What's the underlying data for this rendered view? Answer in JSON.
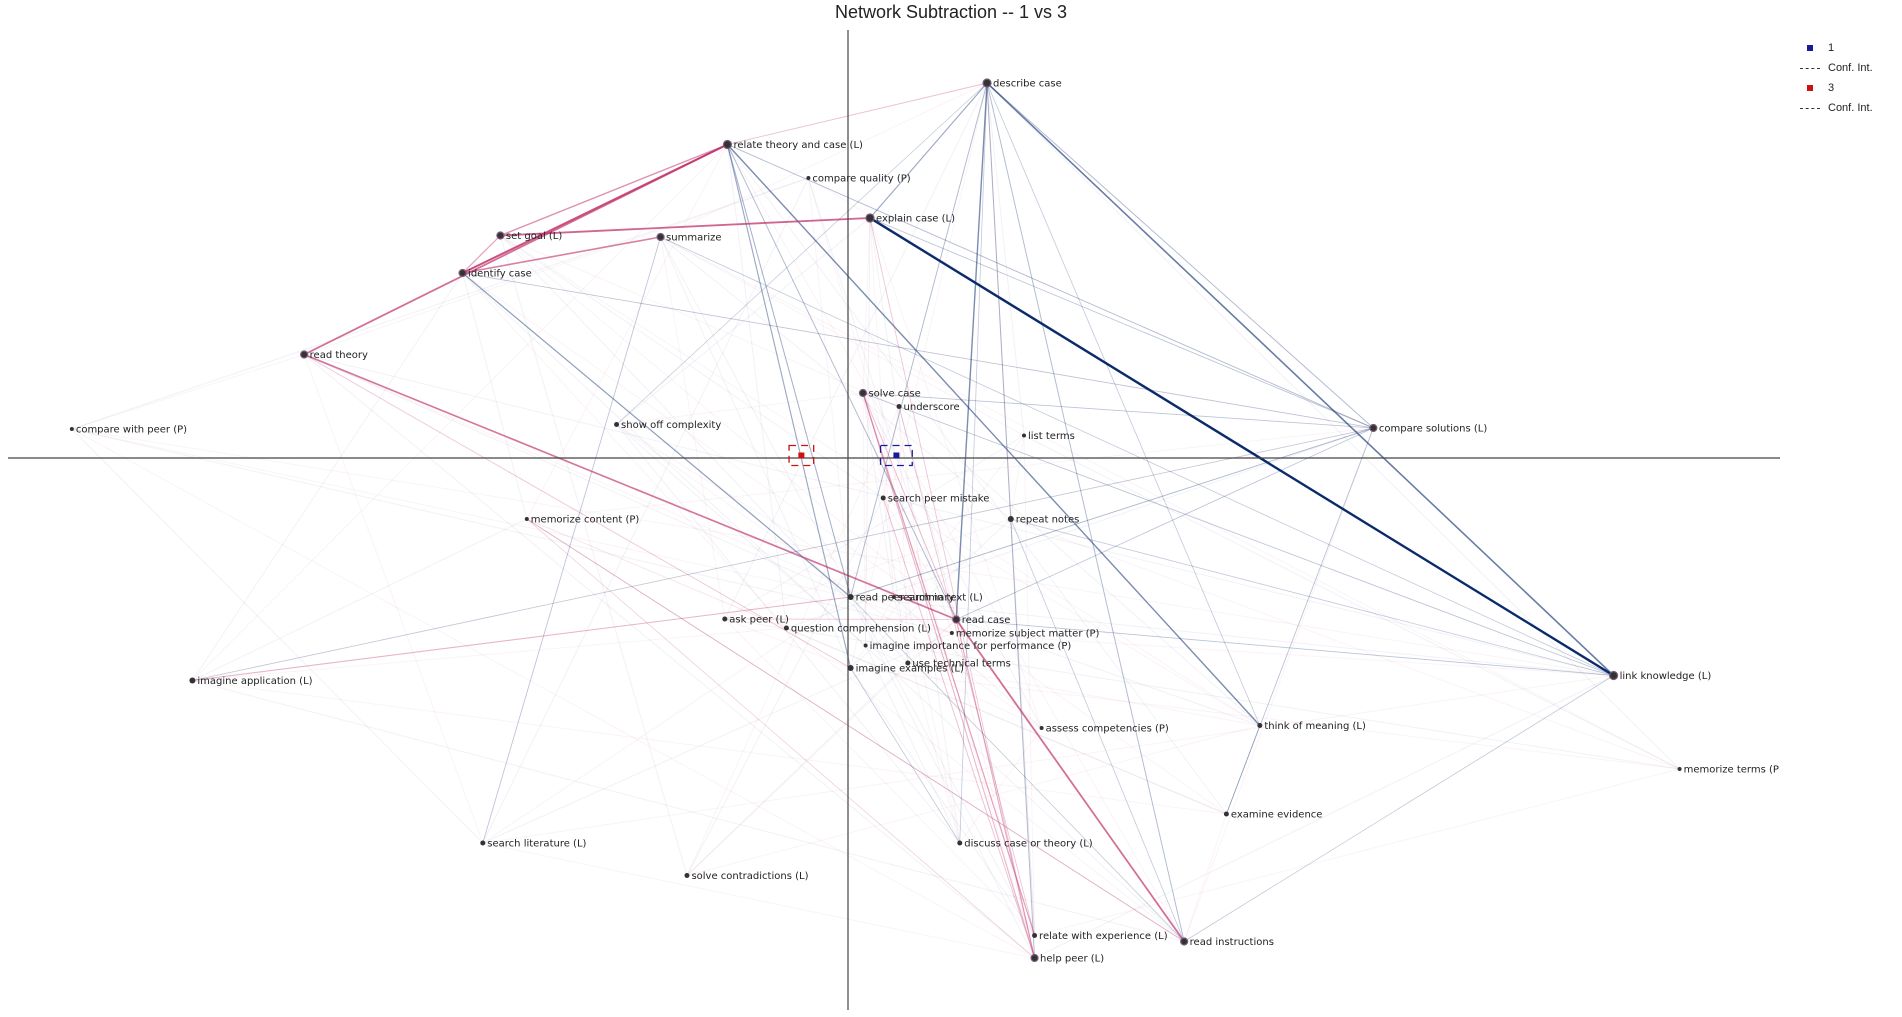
{
  "chart_data": {
    "type": "network",
    "title": "Network Subtraction -- 1 vs 3",
    "legend": [
      {
        "kind": "square",
        "label": "1",
        "color": "#1a1a99"
      },
      {
        "kind": "dash",
        "label": "Conf. Int.",
        "color": "#333333"
      },
      {
        "kind": "square",
        "label": "3",
        "color": "#cc1111"
      },
      {
        "kind": "dash",
        "label": "Conf. Int.",
        "color": "#333333"
      }
    ],
    "colors": {
      "group1": "#0a2a6b",
      "group3": "#c0306a",
      "axis": "#444444",
      "node": "#333333"
    },
    "xlim": [
      -1.0,
      1.0
    ],
    "ylim": [
      -1.0,
      1.0
    ],
    "centroids": [
      {
        "group": "1",
        "x": 0.055,
        "y": 0.005,
        "ci": [
          0.018,
          0.02
        ],
        "color": "#1a1a99"
      },
      {
        "group": "3",
        "x": -0.053,
        "y": 0.005,
        "ci": [
          0.014,
          0.02
        ],
        "color": "#cc1111"
      }
    ],
    "nodes": [
      {
        "id": "describe_case",
        "label": "describe case",
        "x": 0.158,
        "y": 0.75,
        "r": 4
      },
      {
        "id": "relate_theory_case",
        "label": "relate theory and case (L)",
        "x": -0.137,
        "y": 0.627,
        "r": 4
      },
      {
        "id": "compare_quality",
        "label": "compare quality (P)",
        "x": -0.045,
        "y": 0.56,
        "r": 2
      },
      {
        "id": "explain_case",
        "label": "explain case (L)",
        "x": 0.025,
        "y": 0.48,
        "r": 4
      },
      {
        "id": "set_goal",
        "label": "set goal (L)",
        "x": -0.395,
        "y": 0.445,
        "r": 3.5
      },
      {
        "id": "summarize",
        "label": "summarize",
        "x": -0.213,
        "y": 0.442,
        "r": 3.5
      },
      {
        "id": "identify_case",
        "label": "identify case",
        "x": -0.438,
        "y": 0.37,
        "r": 3.5
      },
      {
        "id": "read_theory",
        "label": "read theory",
        "x": -0.618,
        "y": 0.207,
        "r": 3.5
      },
      {
        "id": "solve_case",
        "label": "solve case",
        "x": 0.017,
        "y": 0.13,
        "r": 3.5
      },
      {
        "id": "underscore",
        "label": "underscore",
        "x": 0.058,
        "y": 0.103,
        "r": 2.5
      },
      {
        "id": "list_terms",
        "label": "list terms",
        "x": 0.2,
        "y": 0.045,
        "r": 2
      },
      {
        "id": "compare_solutions",
        "label": "compare solutions (L)",
        "x": 0.597,
        "y": 0.06,
        "r": 3.5
      },
      {
        "id": "compare_with_peer",
        "label": "compare with peer (P)",
        "x": -0.882,
        "y": 0.058,
        "r": 2
      },
      {
        "id": "show_off_complexity",
        "label": "show off complexity",
        "x": -0.263,
        "y": 0.067,
        "r": 2.5
      },
      {
        "id": "search_peer_mistake",
        "label": "search peer mistake",
        "x": 0.04,
        "y": -0.08,
        "r": 2.5
      },
      {
        "id": "repeat_notes",
        "label": "repeat notes",
        "x": 0.185,
        "y": -0.122,
        "r": 3
      },
      {
        "id": "memorize_content",
        "label": "memorize content (P)",
        "x": -0.365,
        "y": -0.122,
        "r": 2
      },
      {
        "id": "read_peer_summary",
        "label": "read peer summary",
        "x": 0.003,
        "y": -0.278,
        "r": 3
      },
      {
        "id": "search_in_text",
        "label": "search in text (L)",
        "x": 0.052,
        "y": -0.278,
        "r": 2
      },
      {
        "id": "read_case",
        "label": "read case",
        "x": 0.123,
        "y": -0.323,
        "r": 3.5
      },
      {
        "id": "ask_peer",
        "label": "ask peer (L)",
        "x": -0.14,
        "y": -0.322,
        "r": 2.5
      },
      {
        "id": "question_comprehension",
        "label": "question comprehension (L)",
        "x": -0.07,
        "y": -0.34,
        "r": 2.5
      },
      {
        "id": "memorize_subject_matter",
        "label": "memorize subject matter (P)",
        "x": 0.118,
        "y": -0.35,
        "r": 2
      },
      {
        "id": "imagine_importance",
        "label": "imagine importance for performance (P)",
        "x": 0.02,
        "y": -0.375,
        "r": 2
      },
      {
        "id": "use_technical_terms",
        "label": "use technical terms",
        "x": 0.068,
        "y": -0.41,
        "r": 2.5
      },
      {
        "id": "imagine_examples",
        "label": "imagine examples (L)",
        "x": 0.003,
        "y": -0.42,
        "r": 3
      },
      {
        "id": "imagine_application",
        "label": "imagine application (L)",
        "x": -0.745,
        "y": -0.445,
        "r": 3
      },
      {
        "id": "link_knowledge",
        "label": "link knowledge (L)",
        "x": 0.87,
        "y": -0.435,
        "r": 4
      },
      {
        "id": "assess_competencies",
        "label": "assess competencies (P)",
        "x": 0.22,
        "y": -0.54,
        "r": 2
      },
      {
        "id": "think_of_meaning",
        "label": "think of meaning (L)",
        "x": 0.468,
        "y": -0.535,
        "r": 2.5
      },
      {
        "id": "memorize_terms",
        "label": "memorize terms (P",
        "x": 0.945,
        "y": -0.622,
        "r": 2
      },
      {
        "id": "examine_evidence",
        "label": "examine evidence",
        "x": 0.43,
        "y": -0.712,
        "r": 2.5
      },
      {
        "id": "search_literature",
        "label": "search literature (L)",
        "x": -0.415,
        "y": -0.77,
        "r": 2.5
      },
      {
        "id": "discuss_case_theory",
        "label": "discuss case or theory (L)",
        "x": 0.127,
        "y": -0.77,
        "r": 2.5
      },
      {
        "id": "solve_contradictions",
        "label": "solve contradictions (L)",
        "x": -0.183,
        "y": -0.835,
        "r": 2.5
      },
      {
        "id": "relate_with_experience",
        "label": "relate with experience (L)",
        "x": 0.212,
        "y": -0.955,
        "r": 2.5
      },
      {
        "id": "read_instructions",
        "label": "read instructions",
        "x": 0.382,
        "y": -0.967,
        "r": 3.5
      },
      {
        "id": "help_peer",
        "label": "help peer (L)",
        "x": 0.212,
        "y": -1.0,
        "r": 3.5
      }
    ],
    "edges": [
      {
        "s": "explain_case",
        "t": "link_knowledge",
        "group": "1",
        "w": 1.0
      },
      {
        "s": "describe_case",
        "t": "link_knowledge",
        "group": "1",
        "w": 0.55
      },
      {
        "s": "describe_case",
        "t": "explain_case",
        "group": "1",
        "w": 0.3
      },
      {
        "s": "describe_case",
        "t": "read_case",
        "group": "1",
        "w": 0.45
      },
      {
        "s": "describe_case",
        "t": "compare_solutions",
        "group": "1",
        "w": 0.2
      },
      {
        "s": "describe_case",
        "t": "read_peer_summary",
        "group": "1",
        "w": 0.2
      },
      {
        "s": "describe_case",
        "t": "relate_theory_case",
        "group": "3",
        "w": 0.18
      },
      {
        "s": "describe_case",
        "t": "help_peer",
        "group": "1",
        "w": 0.2
      },
      {
        "s": "describe_case",
        "t": "read_instructions",
        "group": "1",
        "w": 0.2
      },
      {
        "s": "relate_theory_case",
        "t": "think_of_meaning",
        "group": "1",
        "w": 0.45
      },
      {
        "s": "relate_theory_case",
        "t": "imagine_examples",
        "group": "1",
        "w": 0.3
      },
      {
        "s": "relate_theory_case",
        "t": "read_peer_summary",
        "group": "1",
        "w": 0.25
      },
      {
        "s": "relate_theory_case",
        "t": "identify_case",
        "group": "3",
        "w": 0.8
      },
      {
        "s": "relate_theory_case",
        "t": "set_goal",
        "group": "3",
        "w": 0.45
      },
      {
        "s": "relate_theory_case",
        "t": "read_theory",
        "group": "3",
        "w": 0.65
      },
      {
        "s": "relate_theory_case",
        "t": "read_case",
        "group": "1",
        "w": 0.2
      },
      {
        "s": "relate_theory_case",
        "t": "compare_solutions",
        "group": "1",
        "w": 0.15
      },
      {
        "s": "set_goal",
        "t": "explain_case",
        "group": "3",
        "w": 0.7
      },
      {
        "s": "set_goal",
        "t": "identify_case",
        "group": "3",
        "w": 0.35
      },
      {
        "s": "identify_case",
        "t": "summarize",
        "group": "3",
        "w": 0.55
      },
      {
        "s": "identify_case",
        "t": "read_peer_summary",
        "group": "1",
        "w": 0.35
      },
      {
        "s": "identify_case",
        "t": "compare_solutions",
        "group": "1",
        "w": 0.12
      },
      {
        "s": "read_theory",
        "t": "read_case",
        "group": "3",
        "w": 0.6
      },
      {
        "s": "read_theory",
        "t": "imagine_examples",
        "group": "3",
        "w": 0.15
      },
      {
        "s": "read_case",
        "t": "read_instructions",
        "group": "3",
        "w": 0.65
      },
      {
        "s": "read_case",
        "t": "help_peer",
        "group": "3",
        "w": 0.3
      },
      {
        "s": "read_case",
        "t": "solve_case",
        "group": "3",
        "w": 0.2
      },
      {
        "s": "solve_case",
        "t": "relate_with_experience",
        "group": "3",
        "w": 0.35
      },
      {
        "s": "solve_case",
        "t": "help_peer",
        "group": "3",
        "w": 0.25
      },
      {
        "s": "solve_case",
        "t": "compare_solutions",
        "group": "1",
        "w": 0.15
      },
      {
        "s": "solve_case",
        "t": "link_knowledge",
        "group": "1",
        "w": 0.15
      },
      {
        "s": "imagine_application",
        "t": "read_peer_summary",
        "group": "3",
        "w": 0.25
      },
      {
        "s": "imagine_application",
        "t": "compare_solutions",
        "group": "1",
        "w": 0.1
      },
      {
        "s": "memorize_content",
        "t": "read_instructions",
        "group": "3",
        "w": 0.2
      },
      {
        "s": "memorize_content",
        "t": "help_peer",
        "group": "3",
        "w": 0.1
      },
      {
        "s": "summarize",
        "t": "search_literature",
        "group": "1",
        "w": 0.15
      },
      {
        "s": "summarize",
        "t": "link_knowledge",
        "group": "1",
        "w": 0.12
      },
      {
        "s": "explain_case",
        "t": "compare_solutions",
        "group": "1",
        "w": 0.15
      },
      {
        "s": "explain_case",
        "t": "help_peer",
        "group": "3",
        "w": 0.15
      },
      {
        "s": "compare_solutions",
        "t": "read_peer_summary",
        "group": "1",
        "w": 0.2
      },
      {
        "s": "compare_solutions",
        "t": "examine_evidence",
        "group": "1",
        "w": 0.12
      },
      {
        "s": "compare_solutions",
        "t": "read_case",
        "group": "1",
        "w": 0.15
      },
      {
        "s": "link_knowledge",
        "t": "read_case",
        "group": "1",
        "w": 0.15
      },
      {
        "s": "link_knowledge",
        "t": "read_instructions",
        "group": "1",
        "w": 0.12
      },
      {
        "s": "link_knowledge",
        "t": "repeat_notes",
        "group": "1",
        "w": 0.12
      },
      {
        "s": "think_of_meaning",
        "t": "examine_evidence",
        "group": "1",
        "w": 0.12
      },
      {
        "s": "think_of_meaning",
        "t": "describe_case",
        "group": "1",
        "w": 0.12
      },
      {
        "s": "repeat_notes",
        "t": "read_instructions",
        "group": "1",
        "w": 0.12
      },
      {
        "s": "search_peer_mistake",
        "t": "help_peer",
        "group": "3",
        "w": 0.18
      },
      {
        "s": "underscore",
        "t": "relate_with_experience",
        "group": "3",
        "w": 0.15
      },
      {
        "s": "ask_peer",
        "t": "read_case",
        "group": "3",
        "w": 0.15
      },
      {
        "s": "show_off_complexity",
        "t": "describe_case",
        "group": "1",
        "w": 0.1
      },
      {
        "s": "discuss_case_theory",
        "t": "describe_case",
        "group": "1",
        "w": 0.12
      },
      {
        "s": "imagine_examples",
        "t": "discuss_case_theory",
        "group": "1",
        "w": 0.12
      },
      {
        "s": "read_peer_summary",
        "t": "read_instructions",
        "group": "1",
        "w": 0.12
      }
    ]
  }
}
